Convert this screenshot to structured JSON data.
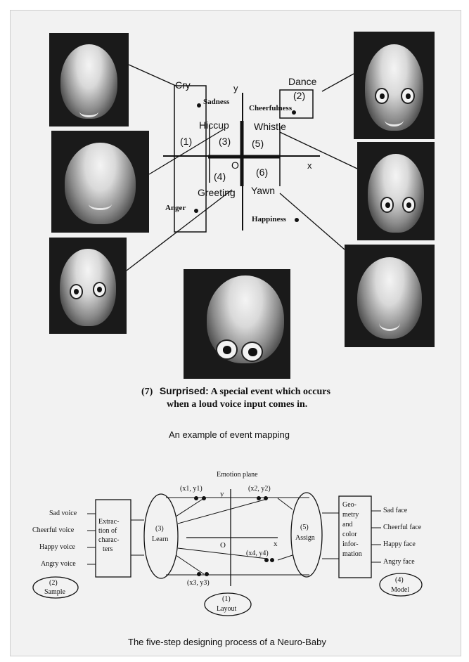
{
  "event_mapping": {
    "axis_y": "y",
    "axis_x": "x",
    "origin": "O",
    "events": {
      "cry": "Cry",
      "dance": "Dance",
      "hiccup": "Hiccup",
      "whistle": "Whistle",
      "greeting": "Greeting",
      "yawn": "Yawn"
    },
    "emotions": {
      "sadness": "Sadness",
      "cheerfulness": "Cheerfulness",
      "anger": "Anger",
      "happiness": "Happiness"
    },
    "region_numbers": {
      "r1": "(1)",
      "r2": "(2)",
      "r3": "(3)",
      "r4": "(4)",
      "r5": "(5)",
      "r6": "(6)"
    },
    "surprised_number": "(7)",
    "surprised_title": "Surprised:",
    "surprised_text_1": "A special event which occurs",
    "surprised_text_2": "when a loud voice input comes in.",
    "caption": "An example of event mapping"
  },
  "design_process": {
    "title": "Emotion plane",
    "inputs": [
      "Sad voice",
      "Cheerful voice",
      "Happy voice",
      "Angry voice"
    ],
    "extraction_lines": [
      "Extrac-",
      "tion of",
      "charac-",
      "ters"
    ],
    "learn_number": "(3)",
    "learn_label": "Learn",
    "assign_number": "(5)",
    "assign_label": "Assign",
    "geometry_lines": [
      "Geo-",
      "metry",
      "and",
      "color",
      "infor-",
      "mation"
    ],
    "outputs": [
      "Sad face",
      "Cheerful face",
      "Happy face",
      "Angry face"
    ],
    "points": {
      "p1": "(x1, y1)",
      "p2": "(x2, y2)",
      "p3": "(x3, y3)",
      "p4": "(x4, y4)"
    },
    "axis_x": "x",
    "axis_y": "y",
    "origin": "O",
    "sample_number": "(2)",
    "sample_label": "Sample",
    "layout_number": "(1)",
    "layout_label": "Layout",
    "model_number": "(4)",
    "model_label": "Model",
    "caption": "The five-step designing process of a Neuro-Baby"
  }
}
